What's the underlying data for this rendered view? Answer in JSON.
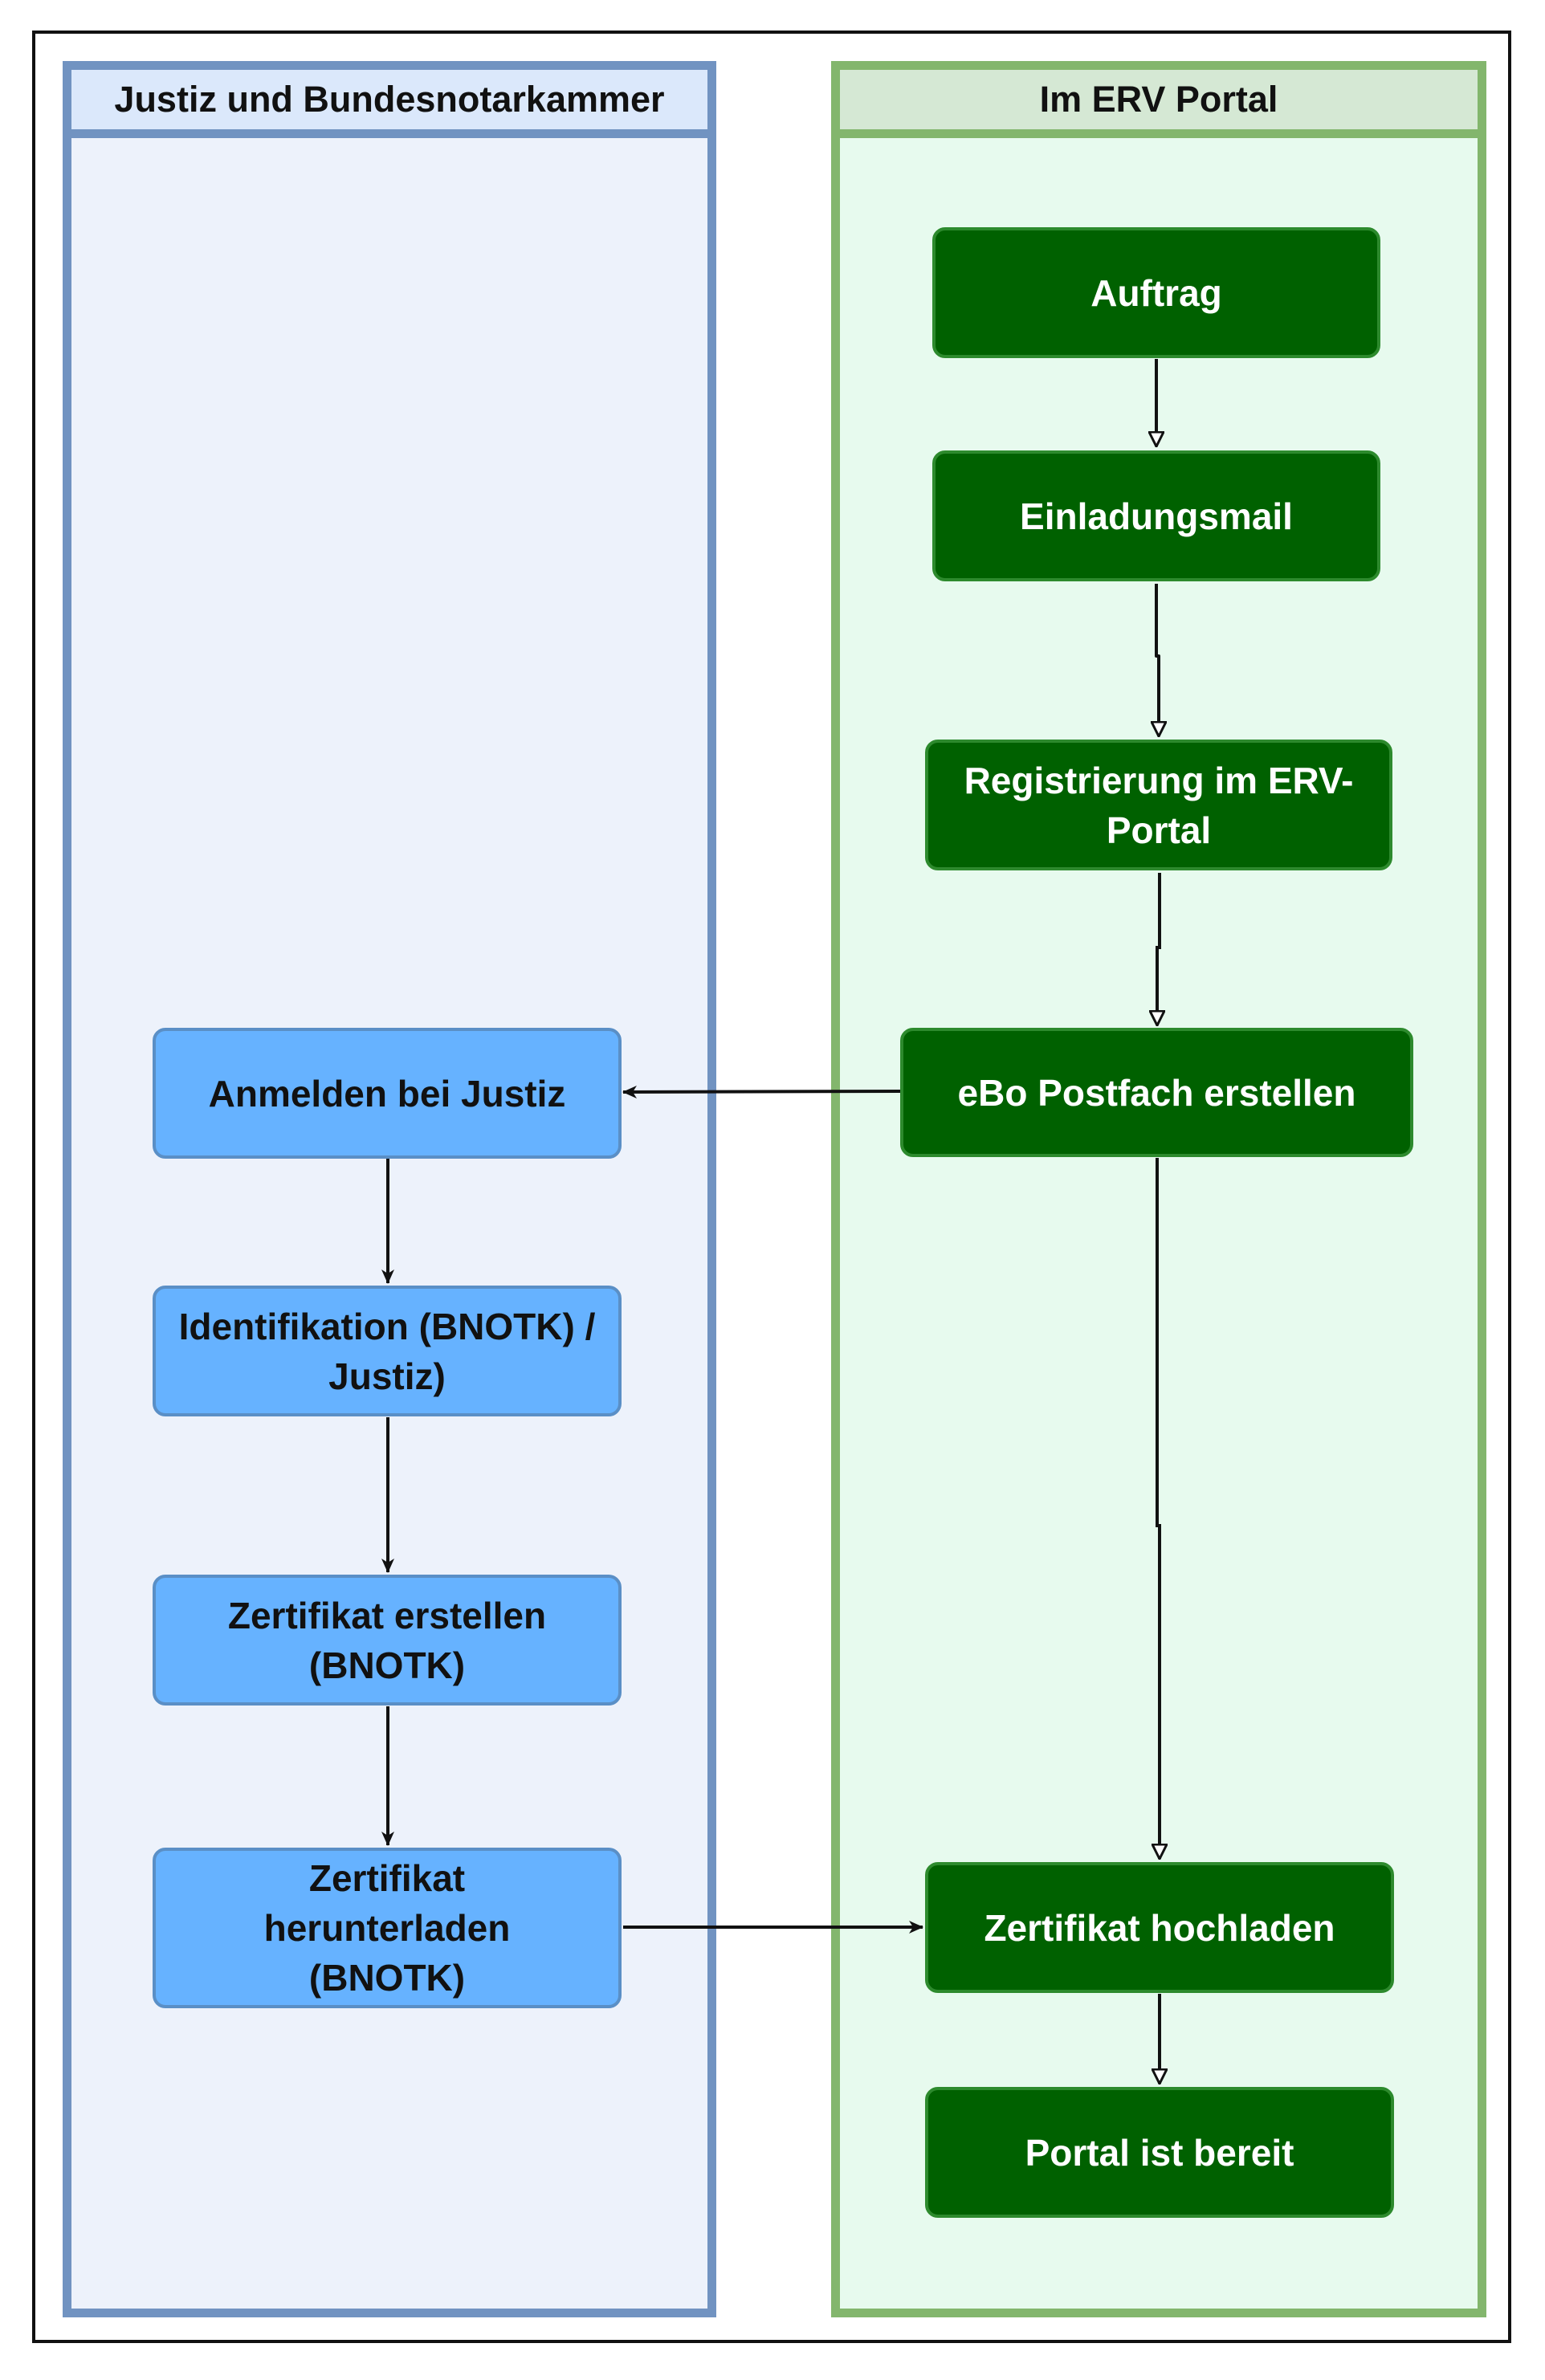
{
  "lanes": {
    "left": {
      "title": "Justiz und Bundesnotarkammer"
    },
    "right": {
      "title": "Im ERV Portal"
    }
  },
  "nodes": {
    "auftrag": "Auftrag",
    "einladungsmail": "Einladungsmail",
    "registrierung": "Registrierung im ERV-Portal",
    "postfach": "eBo Postfach erstellen",
    "anmelden": "Anmelden bei Justiz",
    "identifikation": "Identifikation (BNOTK) / Justiz)",
    "zertifikat_erstellen": "Zertifikat erstellen (BNOTK)",
    "zertifikat_herunterladen": "Zertifikat herunterladen (BNOTK)",
    "zertifikat_hochladen": "Zertifikat hochladen",
    "portal_bereit": "Portal ist bereit"
  },
  "colors": {
    "portal_step": "#006100",
    "justiz_step": "#66b2ff",
    "left_lane_border": "#7193c1",
    "right_lane_border": "#83b66d"
  }
}
